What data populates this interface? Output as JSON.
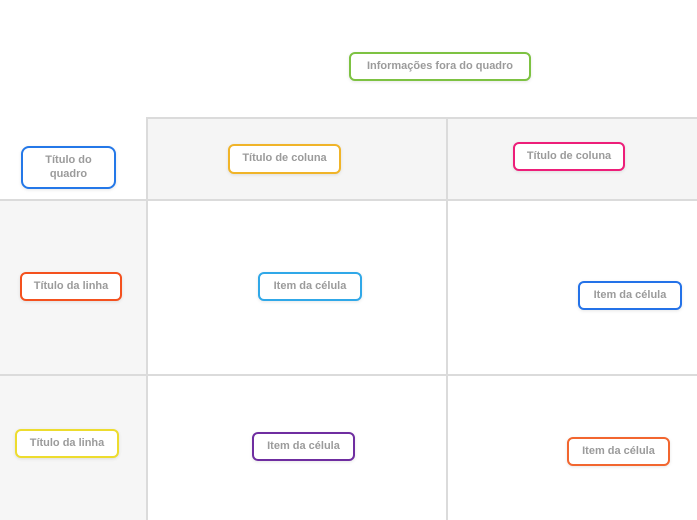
{
  "text_color": "#9B9B9B",
  "grid": {
    "line_color": "#DBDBDB",
    "header_bg": "#F5F5F5",
    "row_label_column_bg": "#F6F6F6"
  },
  "outside": {
    "label": "Informações fora do quadro",
    "border_color": "#7DC242"
  },
  "board": {
    "title": {
      "label": "Título do quadro",
      "border_color": "#2478E8"
    },
    "columns": [
      {
        "label": "Título de coluna",
        "border_color": "#F0B429"
      },
      {
        "label": "Título de coluna",
        "border_color": "#ED1E79"
      }
    ],
    "rows": [
      {
        "label": "Título da linha",
        "border_color": "#F4511E",
        "cells": [
          {
            "label": "Item da célula",
            "border_color": "#30A8E8"
          },
          {
            "label": "Item da célula",
            "border_color": "#2472E8"
          }
        ]
      },
      {
        "label": "Título da linha",
        "border_color": "#EDDC2E",
        "cells": [
          {
            "label": "Item da célula",
            "border_color": "#6F2DA0"
          },
          {
            "label": "Item da célula",
            "border_color": "#F2662F"
          }
        ]
      }
    ]
  }
}
